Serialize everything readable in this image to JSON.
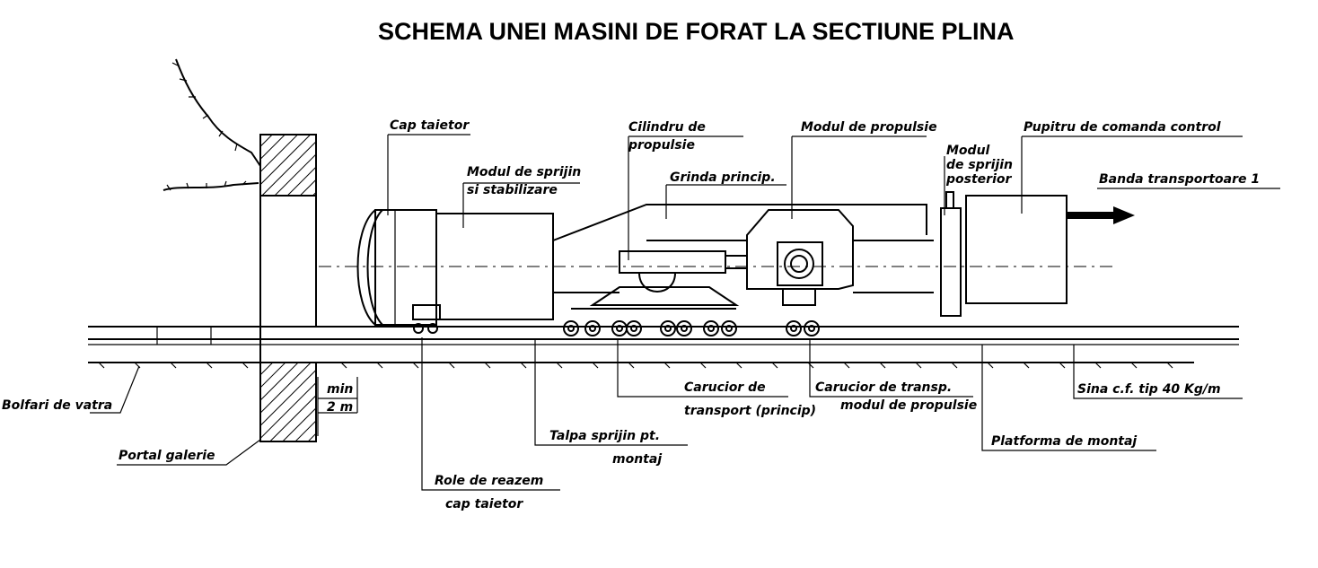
{
  "title": "SCHEMA UNEI MASINI DE FORAT LA SECTIUNE PLINA",
  "labels": {
    "cap_taietor": "Cap taietor",
    "modul_sprijin_1": "Modul de sprijin",
    "modul_sprijin_2": "si stabilizare",
    "cilindru_1": "Cilindru de",
    "cilindru_2": "propulsie",
    "grinda": "Grinda princip.",
    "modul_propulsie": "Modul de propulsie",
    "modul_post_1": "Modul",
    "modul_post_2": "de sprijin",
    "modul_post_3": "posterior",
    "pupitru": "Pupitru de comanda control",
    "banda": "Banda transportoare 1",
    "bolovani": "Bolfari de vatra",
    "portal": "Portal galerie",
    "min": "min",
    "two_m": "2 m",
    "role_1": "Role de reazem",
    "role_2": "cap taietor",
    "talpa_1": "Talpa sprijin pt.",
    "talpa_2": "montaj",
    "car_trans_1": "Carucior de",
    "car_trans_2": "transport (princip)",
    "car_prop_1": "Carucior de transp.",
    "car_prop_2": "modul de propulsie",
    "platforma": "Platforma de montaj",
    "sina": "Sina c.f. tip 40 Kg/m"
  },
  "icons": {
    "arrow": "right-arrow-icon",
    "rock": "rock-face-icon"
  }
}
